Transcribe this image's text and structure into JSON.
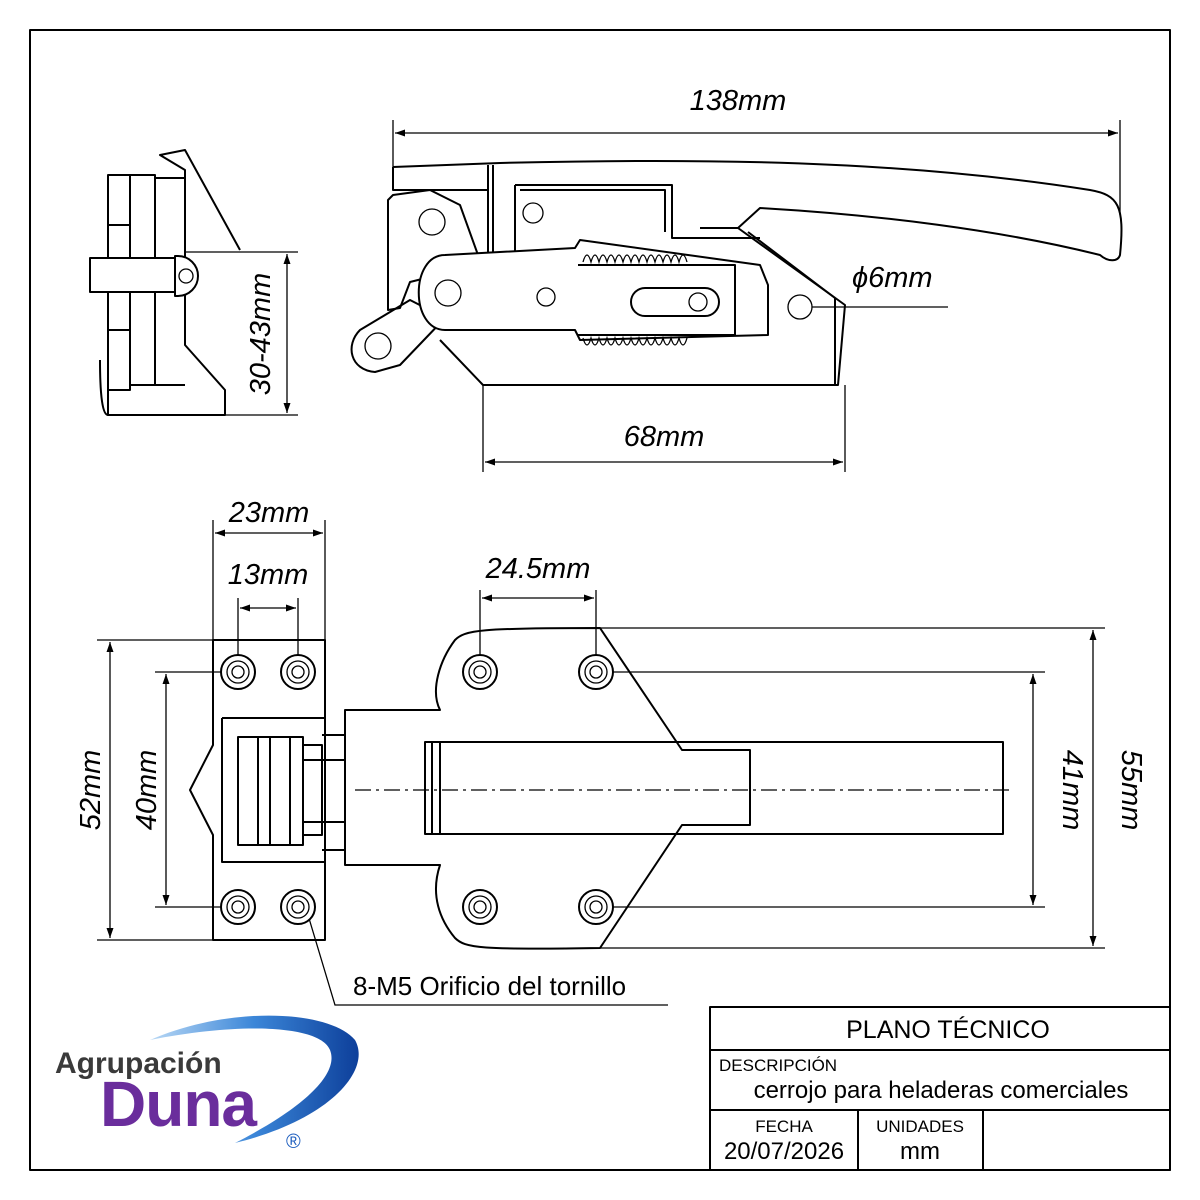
{
  "dimensions": {
    "overall_length": "138mm",
    "base_length": "68mm",
    "pin_diameter": "ϕ6mm",
    "adjust_range": "30-43mm",
    "hinge_width": "23mm",
    "hinge_hole_spacing": "13mm",
    "body_hole_spacing": "24.5mm",
    "hinge_height": "52mm",
    "hinge_hole_height": "40mm",
    "body_hole_height": "41mm",
    "body_height": "55mm"
  },
  "callout": "8-M5 Orificio del tornillo",
  "title_block": {
    "title": "PLANO TÉCNICO",
    "description_label": "DESCRIPCIÓN",
    "description": "cerrojo para heladeras comerciales",
    "date_label": "FECHA",
    "date": "20/07/2026",
    "units_label": "UNIDADES",
    "units": "mm"
  },
  "logo": {
    "line1": "Agrupación",
    "line2": "Duna",
    "mark": "®",
    "colors": {
      "brand_purple": "#6a2d9c",
      "swoosh_blue": "#1f5fbf",
      "text_gray": "#3a3a3a"
    }
  }
}
